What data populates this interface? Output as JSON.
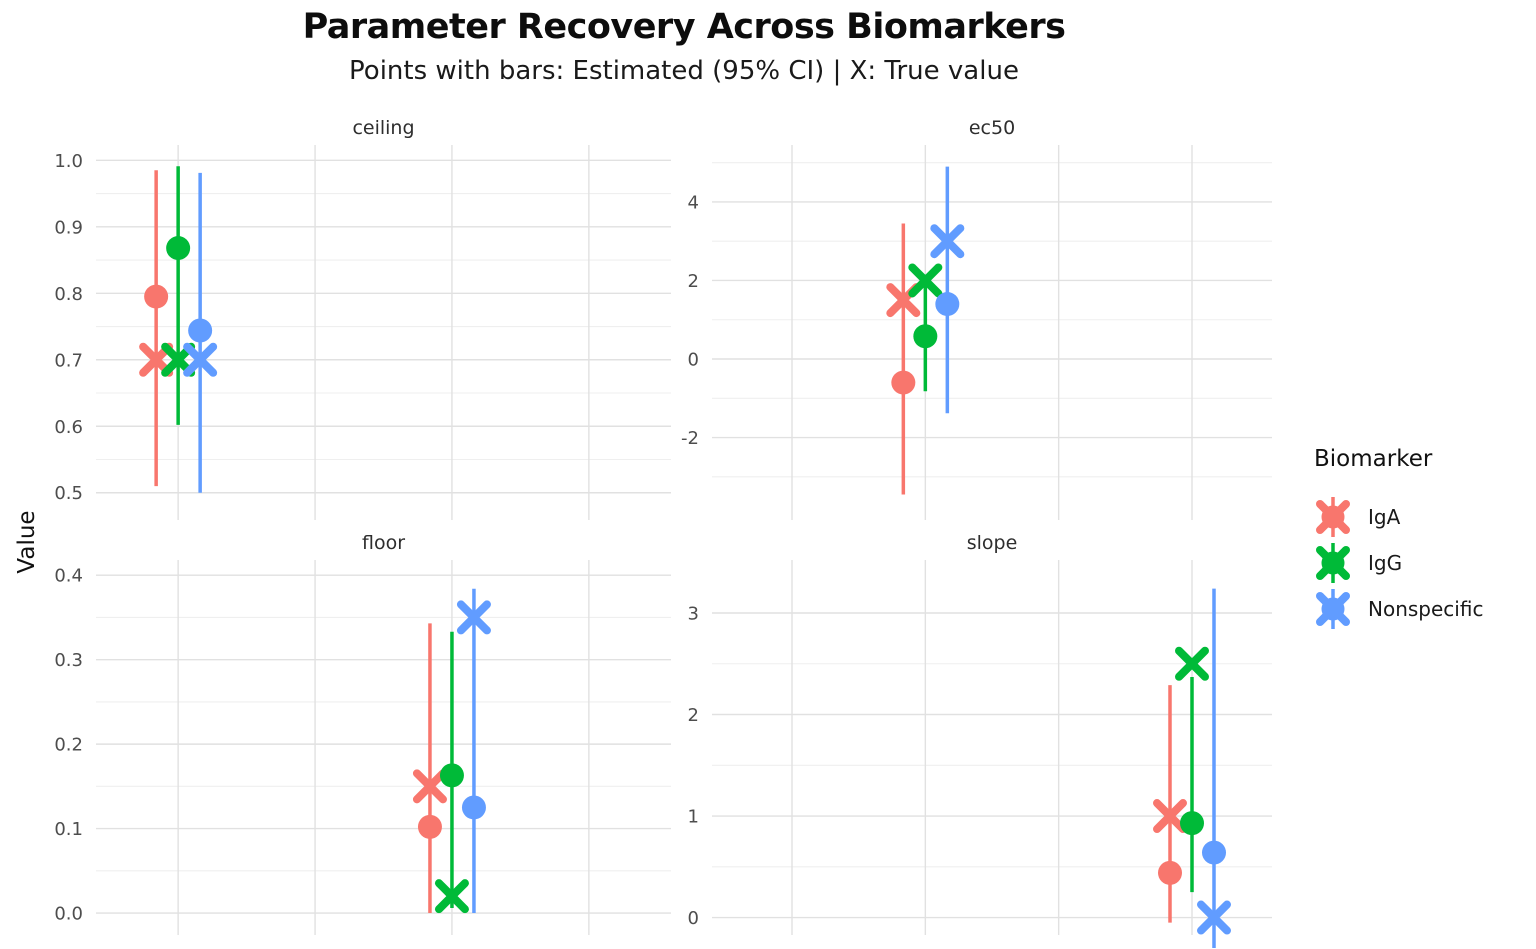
{
  "title": "Parameter Recovery Across Biomarkers",
  "subtitle": "Points with bars: Estimated (95% CI) | X: True value",
  "ylabel": "Value",
  "legend": {
    "title": "Biomarker",
    "position": "right",
    "items": [
      "IgA",
      "IgG",
      "Nonspecific"
    ]
  },
  "colors": {
    "IgA": "#F8766D",
    "IgG": "#00BA38",
    "Nonspecific": "#619CFF",
    "grid_major": "#E1E1E1",
    "grid_minor": "#EFEFEF",
    "tick_text": "#4d4d4d",
    "strip_text": "#2e2e2e"
  },
  "chart_data": {
    "type": "pointrange",
    "title": "Parameter Recovery Across Biomarkers",
    "subtitle": "Points with bars: Estimated (95% CI) | X: True value",
    "ylabel": "Value",
    "legend_title": "Biomarker",
    "legend_position": "right",
    "grid": true,
    "x_categories": [
      "ceiling",
      "ec50",
      "floor",
      "slope"
    ],
    "series": [
      {
        "name": "IgA",
        "color": "#F8766D"
      },
      {
        "name": "IgG",
        "color": "#00BA38"
      },
      {
        "name": "Nonspecific",
        "color": "#619CFF"
      }
    ],
    "facets": [
      {
        "label": "ceiling",
        "row": 0,
        "col": 0,
        "x_index": 0,
        "ylim": [
          0.459,
          1.023
        ],
        "ticks": [
          {
            "v": 1.0,
            "t": "1.0"
          },
          {
            "v": 0.9,
            "t": "0.9"
          },
          {
            "v": 0.8,
            "t": "0.8"
          },
          {
            "v": 0.7,
            "t": "0.7"
          },
          {
            "v": 0.6,
            "t": "0.6"
          },
          {
            "v": 0.5,
            "t": "0.5"
          }
        ],
        "minor": [
          0.95,
          0.85,
          0.75,
          0.65,
          0.55
        ],
        "points": [
          {
            "series": "IgA",
            "estimate": 0.795,
            "ci_low": 0.51,
            "ci_high": 0.985,
            "true_value": 0.7
          },
          {
            "series": "IgG",
            "estimate": 0.868,
            "ci_low": 0.602,
            "ci_high": 0.991,
            "true_value": 0.7
          },
          {
            "series": "Nonspecific",
            "estimate": 0.744,
            "ci_low": 0.5,
            "ci_high": 0.981,
            "true_value": 0.7
          }
        ]
      },
      {
        "label": "ec50",
        "row": 0,
        "col": 1,
        "x_index": 1,
        "ylim": [
          -4.1,
          5.45
        ],
        "ticks": [
          {
            "v": 4,
            "t": "4"
          },
          {
            "v": 2,
            "t": "2"
          },
          {
            "v": 0,
            "t": "0"
          },
          {
            "v": -2,
            "t": "-2"
          }
        ],
        "minor": [
          5,
          3,
          1,
          -1,
          -3
        ],
        "points": [
          {
            "series": "IgA",
            "estimate": -0.6,
            "ci_low": -3.45,
            "ci_high": 3.45,
            "true_value": 1.5
          },
          {
            "series": "IgG",
            "estimate": 0.58,
            "ci_low": -0.82,
            "ci_high": 2.15,
            "true_value": 2.0
          },
          {
            "series": "Nonspecific",
            "estimate": 1.4,
            "ci_low": -1.38,
            "ci_high": 4.9,
            "true_value": 3.0
          }
        ]
      },
      {
        "label": "floor",
        "row": 1,
        "col": 0,
        "x_index": 2,
        "ylim": [
          -0.026,
          0.418
        ],
        "ticks": [
          {
            "v": 0.4,
            "t": "0.4"
          },
          {
            "v": 0.3,
            "t": "0.3"
          },
          {
            "v": 0.2,
            "t": "0.2"
          },
          {
            "v": 0.1,
            "t": "0.1"
          },
          {
            "v": 0.0,
            "t": "0.0"
          }
        ],
        "minor": [
          0.35,
          0.25,
          0.15,
          0.05
        ],
        "points": [
          {
            "series": "IgA",
            "estimate": 0.102,
            "ci_low": 0.0,
            "ci_high": 0.343,
            "true_value": 0.15
          },
          {
            "series": "IgG",
            "estimate": 0.163,
            "ci_low": 0.006,
            "ci_high": 0.333,
            "true_value": 0.02
          },
          {
            "series": "Nonspecific",
            "estimate": 0.125,
            "ci_low": 0.0,
            "ci_high": 0.384,
            "true_value": 0.35
          }
        ]
      },
      {
        "label": "slope",
        "row": 1,
        "col": 1,
        "x_index": 3,
        "ylim": [
          -0.172,
          3.522
        ],
        "ticks": [
          {
            "v": 3,
            "t": "3"
          },
          {
            "v": 2,
            "t": "2"
          },
          {
            "v": 1,
            "t": "1"
          },
          {
            "v": 0,
            "t": "0"
          }
        ],
        "minor": [
          2.5,
          1.5,
          0.5
        ],
        "points": [
          {
            "series": "IgA",
            "estimate": 0.44,
            "ci_low": -0.05,
            "ci_high": 2.29,
            "true_value": 1.0
          },
          {
            "series": "IgG",
            "estimate": 0.93,
            "ci_low": 0.25,
            "ci_high": 2.37,
            "true_value": 2.5
          },
          {
            "series": "Nonspecific",
            "estimate": 0.64,
            "ci_low": -0.3,
            "ci_high": 3.24,
            "true_value": 0.0
          }
        ]
      }
    ]
  }
}
